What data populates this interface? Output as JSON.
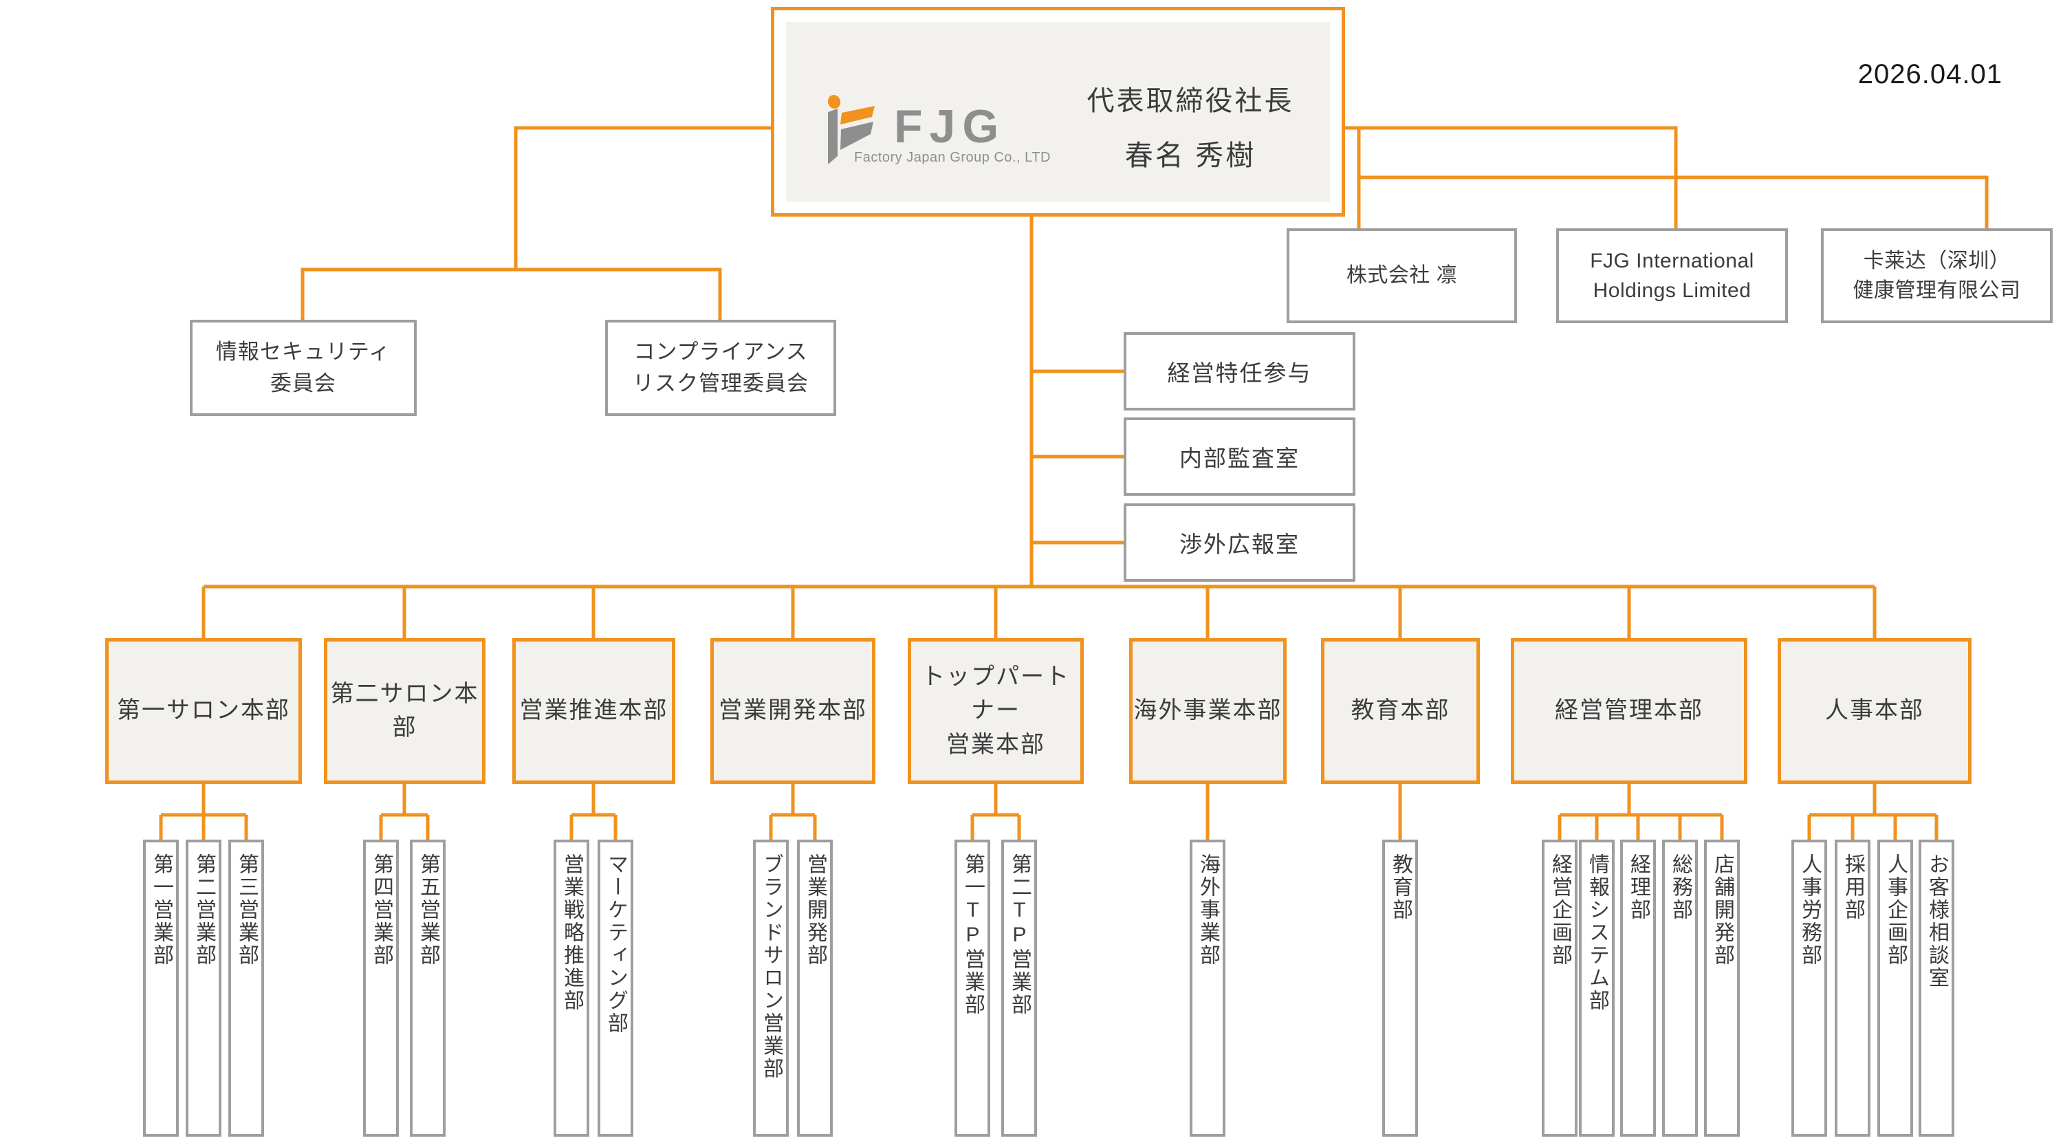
{
  "accent_color": "#F0921E",
  "border_gray": "#9E9E9E",
  "date": "2026.04.01",
  "root": {
    "logo_abbr": "FJG",
    "logo_company": "Factory Japan Group Co., LTD",
    "title": "代表取締役社長",
    "name": "春名 秀樹"
  },
  "committees": [
    {
      "lines": [
        "情報セキュリティ",
        "委員会"
      ]
    },
    {
      "lines": [
        "コンプライアンス",
        "リスク管理委員会"
      ]
    }
  ],
  "subsidiaries": [
    {
      "lines": [
        "株式会社 凛"
      ]
    },
    {
      "lines": [
        "FJG International",
        "Holdings Limited"
      ]
    },
    {
      "lines": [
        "卡莱达（深圳）",
        "健康管理有限公司"
      ]
    }
  ],
  "staff_offices": [
    "経営特任参与",
    "内部監査室",
    "渉外広報室"
  ],
  "divisions": [
    {
      "label": "第一サロン本部",
      "departments": [
        "第一営業部",
        "第二営業部",
        "第三営業部"
      ]
    },
    {
      "label": "第二サロン本部",
      "departments": [
        "第四営業部",
        "第五営業部"
      ]
    },
    {
      "label": "営業推進本部",
      "departments": [
        "営業戦略推進部",
        "マーケティング部"
      ]
    },
    {
      "label": "営業開発本部",
      "departments": [
        "ブランドサロン営業部",
        "営業開発部"
      ]
    },
    {
      "label_lines": [
        "トップパートナー",
        "営業本部"
      ],
      "departments": [
        "第一TP営業部",
        "第二TP営業部"
      ]
    },
    {
      "label": "海外事業本部",
      "departments": [
        "海外事業部"
      ]
    },
    {
      "label": "教育本部",
      "departments": [
        "教育部"
      ]
    },
    {
      "label": "経営管理本部",
      "departments": [
        "経営企画部",
        "情報システム部",
        "経理部",
        "総務部",
        "店舗開発部"
      ]
    },
    {
      "label": "人事本部",
      "departments": [
        "人事労務部",
        "採用部",
        "人事企画部",
        "お客様相談室"
      ]
    }
  ]
}
